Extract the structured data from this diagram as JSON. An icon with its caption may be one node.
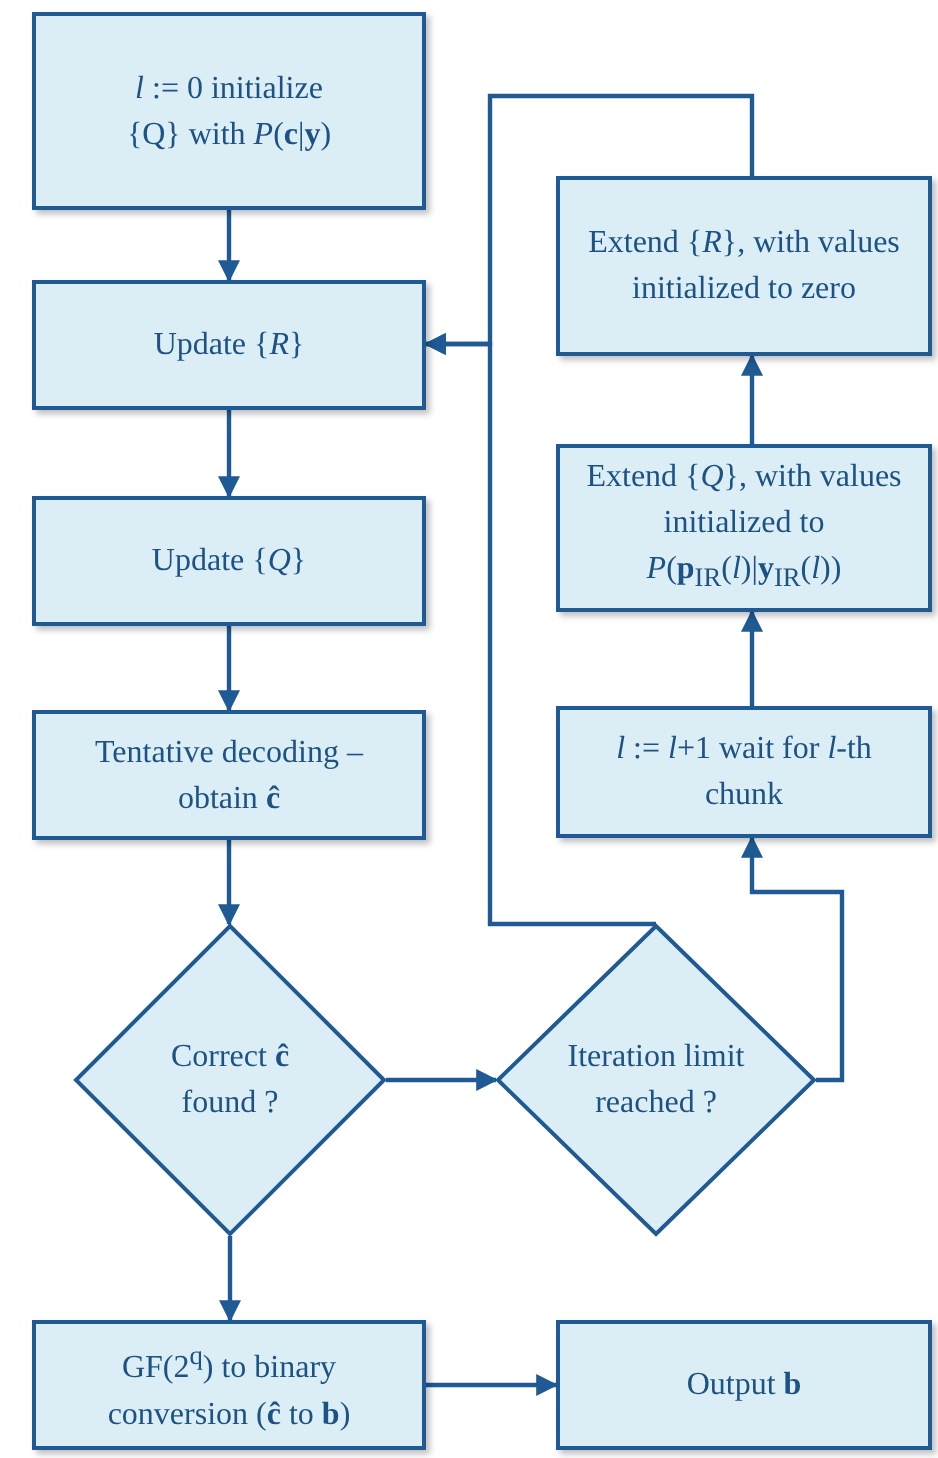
{
  "diagram": {
    "nodes": [
      {
        "text": [
          "*l* := 0 initialize {Q} with *P*(**c**|**y**)"
        ]
      },
      {
        "text": [
          "Update {*R*}"
        ]
      },
      {
        "text": [
          "Update {*Q*}"
        ]
      },
      {
        "text": [
          "Tentative decoding – obtain **ĉ**"
        ]
      },
      {
        "text": [
          "Correct **ĉ** found ?"
        ]
      },
      {
        "text": [
          "GF(2$^{q}$) to binary conversion (**ĉ** to **b**)"
        ]
      },
      {
        "text": [
          "Extend {*R*}, with values initialized to zero"
        ]
      },
      {
        "text": [
          "Extend {*Q*}, with values initialized to *P*(**p**$_{IR}$(*l*)|**y**$_{IR}$(*l*))"
        ]
      },
      {
        "text": [
          "*l* := *l*+1 wait for *l*-th chunk"
        ]
      },
      {
        "text": [
          "Iteration limit reached ?"
        ]
      },
      {
        "text": [
          "Output **b**"
        ]
      }
    ],
    "edges": [
      {
        "from": 0,
        "to": 1,
        "arrow": "to"
      },
      {
        "from": 1,
        "to": 2,
        "arrow": "to"
      },
      {
        "from": 2,
        "to": 3,
        "arrow": "to"
      },
      {
        "from": 3,
        "to": 4,
        "arrow": "to"
      },
      {
        "from": 4,
        "to": 9,
        "arrow": "to"
      },
      {
        "from": 4,
        "to": 5,
        "arrow": "to"
      },
      {
        "from": 5,
        "to": 10,
        "arrow": "to"
      },
      {
        "from": 9,
        "to": 8,
        "arrow": "to"
      },
      {
        "from": 8,
        "to": 7,
        "arrow": "to"
      },
      {
        "from": 7,
        "to": 6,
        "arrow": "to"
      },
      {
        "from": 6,
        "to": 1,
        "arrow": "to"
      },
      {
        "from": 9,
        "to": 1,
        "arrow": "to"
      }
    ]
  }
}
